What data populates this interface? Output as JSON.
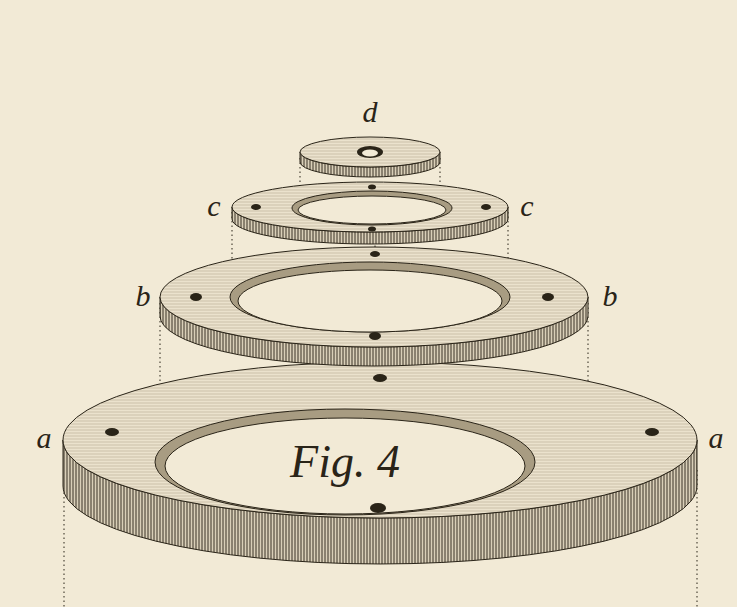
{
  "diagram": {
    "labels": [
      "d",
      "c",
      "c",
      "b",
      "b",
      "a",
      "a",
      "Fig. 4"
    ]
  }
}
